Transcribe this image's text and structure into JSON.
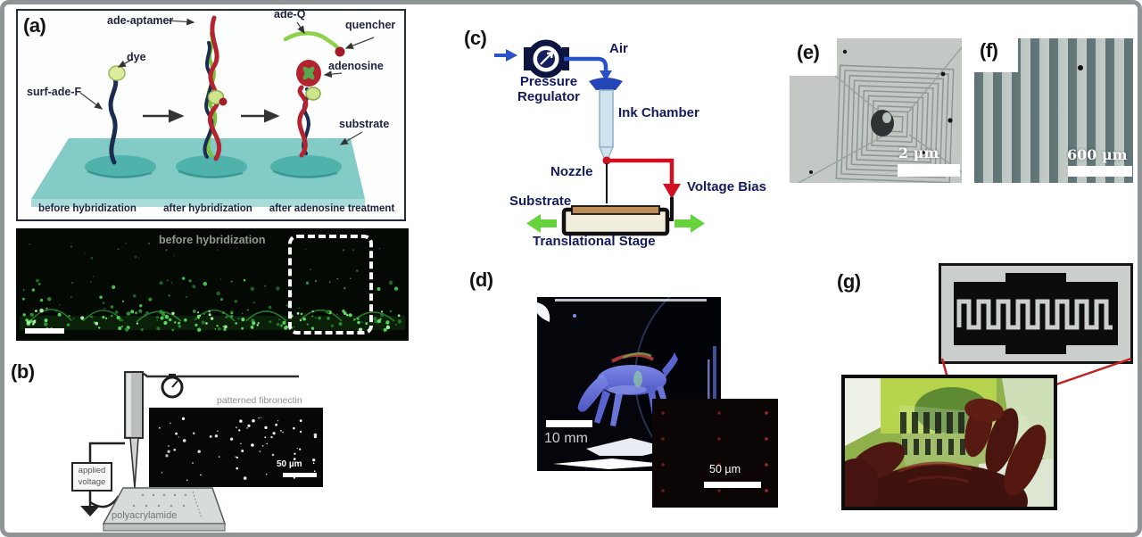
{
  "panel_a": {
    "label": "(a)",
    "callouts": {
      "surf_ade_f": "surf-ade-F",
      "dye": "dye",
      "ade_aptamer": "ade-aptamer",
      "ade_q": "ade-Q",
      "quencher": "quencher",
      "adenosine": "adenosine",
      "substrate": "substrate"
    },
    "stage_captions": [
      "before hybridization",
      "after hybridization",
      "after adenosine treatment"
    ],
    "micrograph_caption": "before hybridization"
  },
  "panel_b": {
    "label": "(b)",
    "voltage_box_line1": "applied",
    "voltage_box_line2": "voltage",
    "substrate_label": "polyacrylamide",
    "inset_caption": "patterned fibronectin",
    "inset_scale_bar": "50 µm"
  },
  "panel_c": {
    "label": "(c)",
    "air": "Air",
    "pressure_regulator_line1": "Pressure",
    "pressure_regulator_line2": "Regulator",
    "ink_chamber": "Ink Chamber",
    "nozzle": "Nozzle",
    "substrate": "Substrate",
    "voltage_bias": "Voltage Bias",
    "translational_stage": "Translational Stage"
  },
  "panel_d": {
    "label": "(d)",
    "scale_bar_main": "10 mm",
    "scale_bar_inset": "50 µm"
  },
  "panel_e": {
    "label": "(e)",
    "scale_bar": "2 µm"
  },
  "panel_f": {
    "label": "(f)",
    "scale_bar": "600 µm"
  },
  "panel_g": {
    "label": "(g)"
  },
  "colors": {
    "frame_gray": "#8f9496",
    "accent_blue": "#2a52c8",
    "accent_red": "#d01020",
    "accent_green": "#66d23c",
    "fluorescence_green": "#4fd054",
    "dna_red": "#b32430",
    "dna_navy": "#1c2b52",
    "slab_teal": "#82cbc7"
  }
}
